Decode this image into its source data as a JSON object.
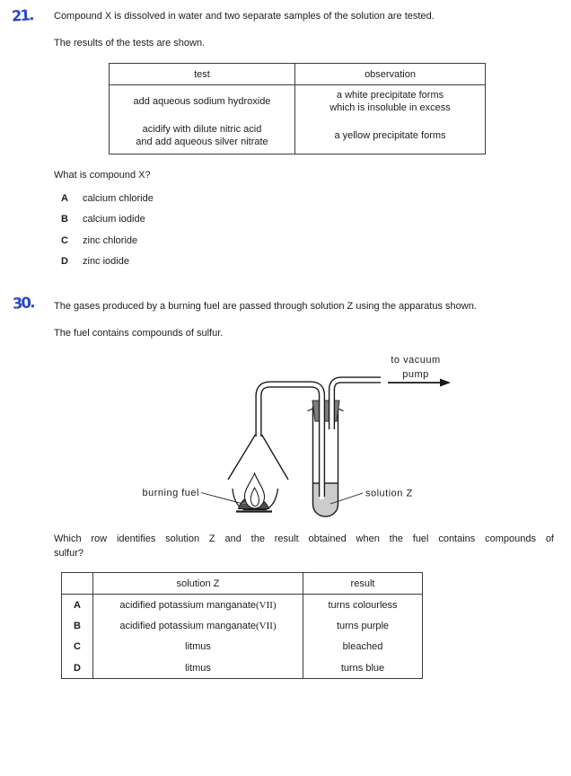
{
  "page": {
    "background": "#ffffff",
    "ink": "#1c1c1c",
    "annotation_blue": "#2847c4"
  },
  "q21": {
    "number": "21.",
    "intro": "Compound X is dissolved in water and two separate samples of the solution are tested.",
    "note": "The results of the tests are shown.",
    "table": {
      "headers": [
        "test",
        "observation"
      ],
      "rows": [
        {
          "test_lines": [
            "add aqueous sodium hydroxide"
          ],
          "observation_lines": [
            "a white precipitate forms",
            "which is insoluble in excess"
          ]
        },
        {
          "test_lines": [
            "acidify with dilute nitric acid",
            "and add aqueous silver nitrate"
          ],
          "observation_lines": [
            "a yellow precipitate forms"
          ]
        }
      ]
    },
    "question": "What is compound X?",
    "options": [
      {
        "letter": "A",
        "text": "calcium chloride"
      },
      {
        "letter": "B",
        "text": "calcium iodide"
      },
      {
        "letter": "C",
        "text": "zinc chloride"
      },
      {
        "letter": "D",
        "text": "zinc iodide"
      }
    ]
  },
  "q30": {
    "number": "30.",
    "intro": "The gases produced by a burning fuel are passed through solution Z using the apparatus shown.",
    "note": "The fuel contains compounds of sulfur.",
    "diagram": {
      "labels": {
        "pump_line1": "to vacuum",
        "pump_line2": "pump",
        "burning_fuel": "burning fuel",
        "solution_z": "solution Z"
      },
      "colors": {
        "stopper_gray": "#7d7d7d",
        "liquid_gray": "#cccccc",
        "fuel_dark": "#4f4f4f"
      }
    },
    "question_lines": [
      "Which row identifies solution Z and the result obtained when the fuel contains compounds of",
      "sulfur?"
    ],
    "table": {
      "headers": [
        "",
        "solution Z",
        "result"
      ],
      "rows": [
        {
          "letter": "A",
          "solution": "acidified potassium manganate",
          "solution_serif": "(VII)",
          "result": "turns colourless"
        },
        {
          "letter": "B",
          "solution": "acidified potassium manganate",
          "solution_serif": "(VII)",
          "result": "turns purple"
        },
        {
          "letter": "C",
          "solution": "litmus",
          "solution_serif": "",
          "result": "bleached"
        },
        {
          "letter": "D",
          "solution": "litmus",
          "solution_serif": "",
          "result": "turns blue"
        }
      ]
    }
  }
}
